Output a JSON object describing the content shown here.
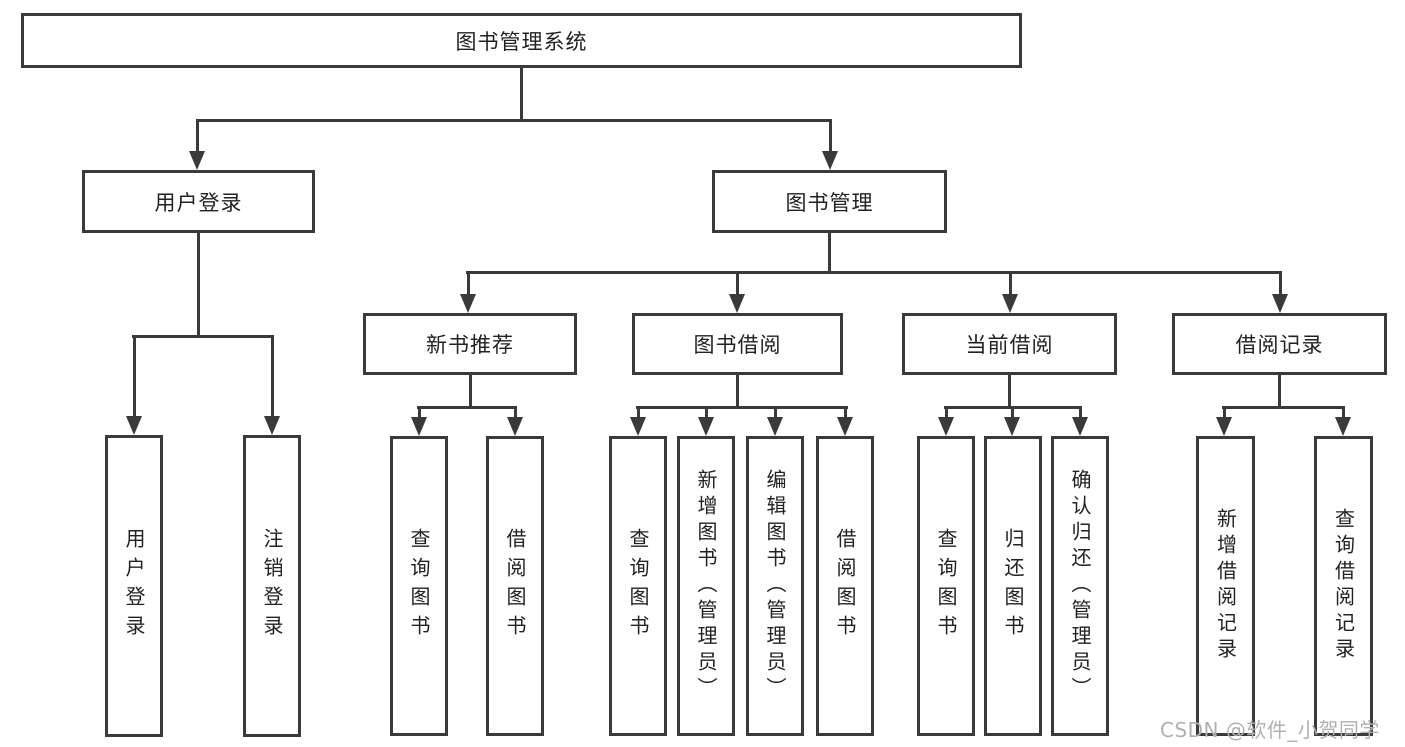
{
  "diagram_title": "图书管理系统",
  "tree": {
    "label": "图书管理系统",
    "children": [
      {
        "label": "用户登录",
        "children": [
          {
            "label": "用户登录"
          },
          {
            "label": "注销登录"
          }
        ]
      },
      {
        "label": "图书管理",
        "children": [
          {
            "label": "新书推荐",
            "children": [
              {
                "label": "查询图书"
              },
              {
                "label": "借阅图书"
              }
            ]
          },
          {
            "label": "图书借阅",
            "children": [
              {
                "label": "查询图书"
              },
              {
                "label": "新增图书（管理员）"
              },
              {
                "label": "编辑图书（管理员）"
              },
              {
                "label": "借阅图书"
              }
            ]
          },
          {
            "label": "当前借阅",
            "children": [
              {
                "label": "查询图书"
              },
              {
                "label": "归还图书"
              },
              {
                "label": "确认归还（管理员）"
              }
            ]
          },
          {
            "label": "借阅记录",
            "children": [
              {
                "label": "新增借阅记录"
              },
              {
                "label": "查询借阅记录"
              }
            ]
          }
        ]
      }
    ]
  },
  "watermark": {
    "text": "CSDN @软件_小贺同学"
  },
  "colors": {
    "line": "#3a3a3a",
    "box_border": "#3a3a3a",
    "text": "#222222",
    "background": "#ffffff",
    "watermark": "#b0b0b0"
  }
}
